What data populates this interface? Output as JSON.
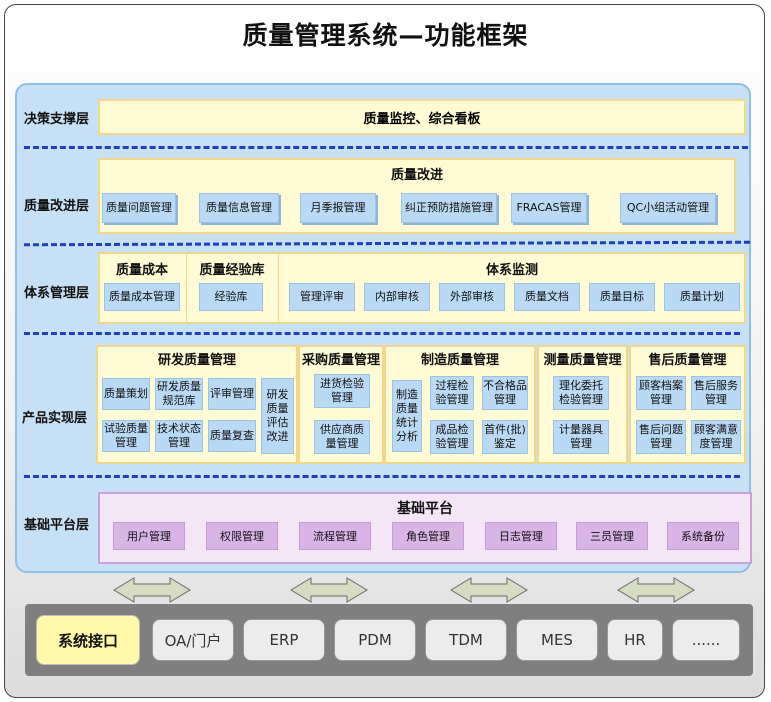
{
  "title": "质量管理系统—功能框架",
  "layers": {
    "decision": {
      "label": "决策支撑层",
      "box": "质量监控、综合看板"
    },
    "improve": {
      "label": "质量改进层",
      "title": "质量改进",
      "items": [
        "质量问题管理",
        "质量信息管理",
        "月季报管理",
        "纠正预防措施管理",
        "FRACAS管理",
        "QC小组活动管理"
      ]
    },
    "system": {
      "label": "体系管理层",
      "cost": {
        "title": "质量成本",
        "items": [
          "质量成本管理"
        ]
      },
      "exp": {
        "title": "质量经验库",
        "items": [
          "经验库"
        ]
      },
      "monitor": {
        "title": "体系监测",
        "items": [
          "管理评审",
          "内部审核",
          "外部审核",
          "质量文档",
          "质量目标",
          "质量计划"
        ]
      }
    },
    "product": {
      "label": "产品实现层",
      "rd": {
        "title": "研发质量管理",
        "items": [
          "质量策划",
          "研发质量规范库",
          "评审管理",
          "研发质量评估改进",
          "试验质量管理",
          "技术状态管理",
          "质量复查"
        ]
      },
      "purchase": {
        "title": "采购质量管理",
        "items": [
          "进货检验管理",
          "供应商质量管理"
        ]
      },
      "mfg": {
        "title": "制造质量管理",
        "items": [
          "制造质量统计分析",
          "过程检验管理",
          "不合格品管理",
          "成品检验管理",
          "首件(批)鉴定"
        ]
      },
      "measure": {
        "title": "测量质量管理",
        "items": [
          "理化委托检验管理",
          "计量器具管理"
        ]
      },
      "after": {
        "title": "售后质量管理",
        "items": [
          "顾客档案管理",
          "售后服务管理",
          "售后问题管理",
          "顾客满意度管理"
        ]
      }
    },
    "base": {
      "label": "基础平台层",
      "title": "基础平台",
      "items": [
        "用户管理",
        "权限管理",
        "流程管理",
        "角色管理",
        "日志管理",
        "三员管理",
        "系统备份"
      ]
    }
  },
  "interfaces": {
    "main": "系统接口",
    "items": [
      "OA/门户",
      "ERP",
      "PDM",
      "TDM",
      "MES",
      "HR",
      "......"
    ]
  }
}
